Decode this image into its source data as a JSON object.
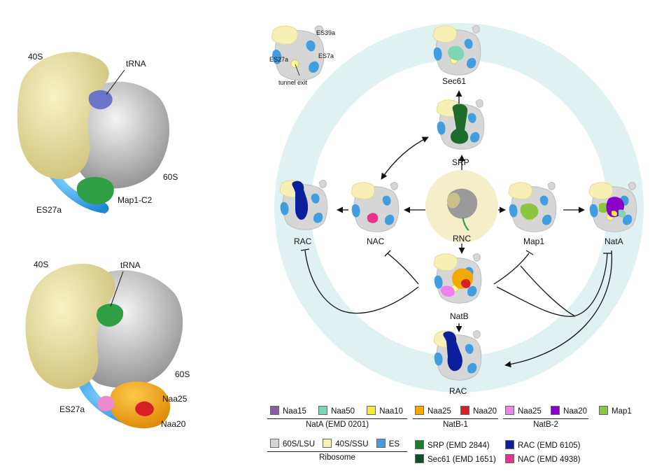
{
  "left_panel": {
    "top": {
      "label_40s": "40S",
      "label_trna": "tRNA",
      "label_60s": "60S",
      "label_es27a": "ES27a",
      "label_map": "Map1-C2"
    },
    "bottom": {
      "label_40s": "40S",
      "label_trna": "tRNA",
      "label_60s": "60S",
      "label_es27a": "ES27a",
      "label_naa25": "Naa25",
      "label_naa20": "Naa20"
    }
  },
  "schematic": {
    "reference": {
      "es39a": "ES39a",
      "es27a": "ES27a",
      "es7a": "ES7a",
      "tunnel_exit": "tunnel exit"
    },
    "center": "RNC",
    "nodes": {
      "sec61": "Sec61",
      "srp": "SRP",
      "nac": "NAC",
      "rac_left": "RAC",
      "map1": "Map1",
      "nata": "NatA",
      "natb": "NatB",
      "rac_bottom": "RAC"
    }
  },
  "legend": {
    "groups": [
      {
        "title": "NatA (EMD 0201)",
        "items": [
          {
            "label": "Naa15",
            "color": "#8a5aa8"
          },
          {
            "label": "Naa50",
            "color": "#7fd6b4"
          },
          {
            "label": "Naa10",
            "color": "#f4ea3a"
          }
        ]
      },
      {
        "title": "NatB-1",
        "items": [
          {
            "label": "Naa25",
            "color": "#f2a900"
          },
          {
            "label": "Naa20",
            "color": "#d91f26"
          }
        ]
      },
      {
        "title": "NatB-2",
        "items": [
          {
            "label": "Naa25",
            "color": "#ee82ee"
          },
          {
            "label": "Naa20",
            "color": "#8b00c8"
          }
        ]
      },
      {
        "title": "",
        "items": [
          {
            "label": "Map1",
            "color": "#8cc63f"
          }
        ]
      },
      {
        "title": "Ribosome",
        "items": [
          {
            "label": "60S/LSU",
            "color": "#d6d6d6"
          },
          {
            "label": "40S/SSU",
            "color": "#f6f0b4"
          },
          {
            "label": "ES",
            "color": "#3f9de0"
          }
        ]
      },
      {
        "title": "",
        "items": [
          {
            "label": "SRP (EMD 2844)",
            "color": "#1e7a32"
          },
          {
            "label": "Sec61 (EMD 1651)",
            "color": "#0f4d2a"
          }
        ]
      },
      {
        "title": "",
        "items": [
          {
            "label": "RAC (EMD 6105)",
            "color": "#0b1e9b"
          },
          {
            "label": "NAC (EMD 4938)",
            "color": "#e8338a"
          }
        ]
      }
    ]
  },
  "colors": {
    "ring_outer": "#dff1f0",
    "ring_inner": "#ffffff",
    "center": "#f4efc8",
    "lsu": "#d6d6d6",
    "ssu": "#f6f0b4",
    "es": "#3f9de0"
  }
}
